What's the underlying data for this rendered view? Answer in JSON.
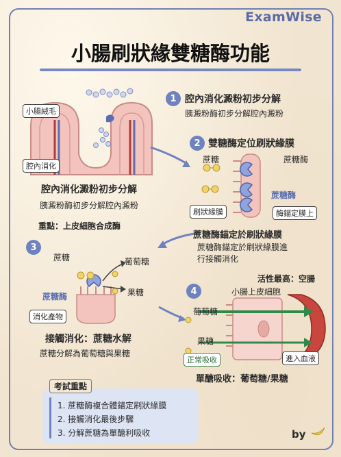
{
  "brand": "ExamWise",
  "title": "小腸刷狀緣雙糖酶功能",
  "step1": {
    "num": "1",
    "heading": "腔內消化澱粉初步分解",
    "desc": "胰澱粉酶初步分解腔內澱粉",
    "label_villus": "小腸絨毛",
    "label_lumen": "腔內消化",
    "heading2": "腔內消化澱粉初步分解",
    "desc2": "胰澱粉酶初步分解腔內澱粉",
    "focus": "重點：上皮細胞合成酶"
  },
  "step2": {
    "num": "2",
    "heading": "雙糖酶定位刷狀緣膜",
    "label_sucrose": "蔗糖",
    "label_sucrase": "蔗糖酶",
    "label_sucrase_blue": "蔗糖酶",
    "label_brush": "刷狀緣膜",
    "label_anchor": "酶錨定膜上",
    "desc1": "蔗糖酶錨定於刷狀緣膜",
    "desc2a": "蔗糖酶錨定於刷狀緣膜進",
    "desc2b": "行接觸消化"
  },
  "step3": {
    "num": "3",
    "label_sucrose": "蔗糖",
    "label_glucose": "葡萄糖",
    "label_fructose": "果糖",
    "label_enzyme": "蔗糖酶",
    "label_product": "消化產物",
    "heading": "接觸消化：蔗糖水解",
    "desc": "蔗糖分解為葡萄糖與果糖"
  },
  "step4": {
    "num": "4",
    "label_activity": "活性最高：空腸",
    "label_epithelium": "小腸上皮細胞",
    "label_glucose": "葡萄糖",
    "label_fructose": "果糖",
    "label_normal": "正常吸收",
    "label_blood": "進入血液",
    "heading": "單醣吸收：葡萄糖/果糖"
  },
  "exam": {
    "title": "考試重點",
    "items": [
      "1. 蔗糖酶複合體錨定刷狀緣膜",
      "2. 接觸消化最後步驟",
      "3. 分解蔗糖為單醣利吸收"
    ]
  },
  "byline": "by",
  "colors": {
    "accent": "#6f82c0",
    "tissue": "#e7a9a3",
    "vessel": "#b23a3a",
    "green": "#2f8a4a"
  }
}
